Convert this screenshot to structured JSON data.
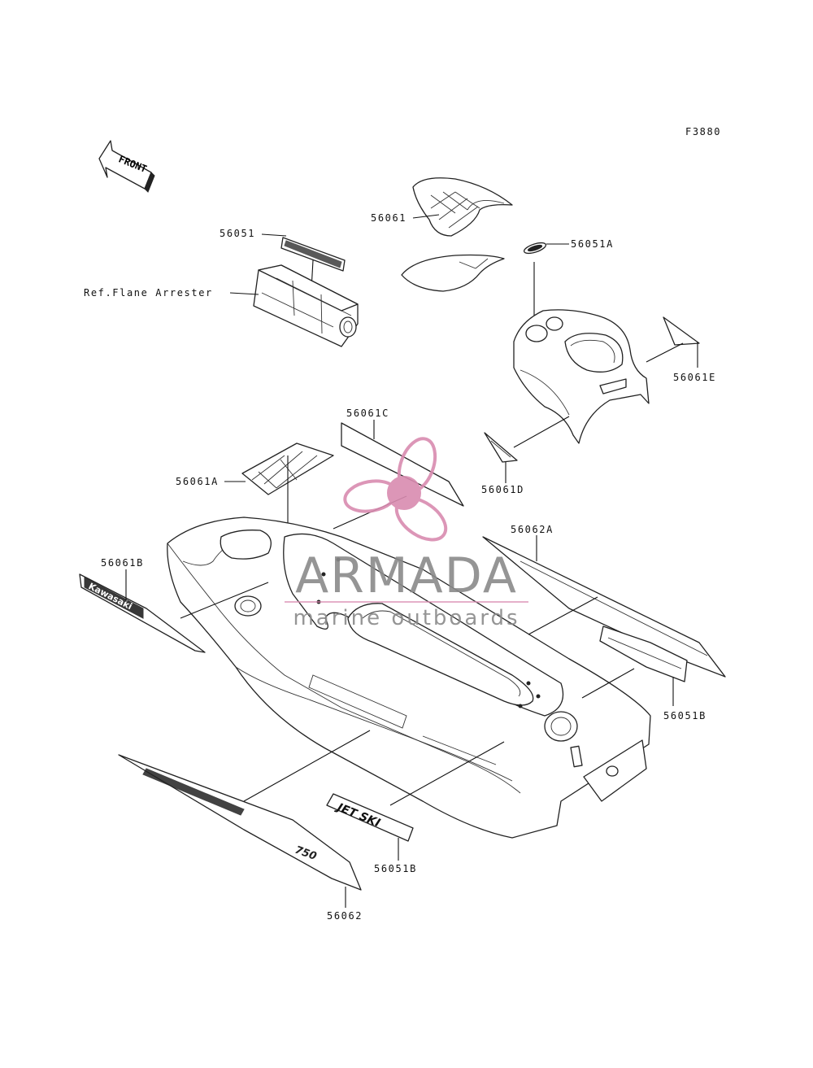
{
  "figure_code": "F3880",
  "front_arrow_label": "FRONT",
  "callouts": {
    "p56061": "56061",
    "p56051": "56051",
    "p56051A": "56051A",
    "ref_flame_arrester": "Ref.Flane Arrester",
    "p56061E": "56061E",
    "p56061C": "56061C",
    "p56061D": "56061D",
    "p56061A": "56061A",
    "p56062A": "56062A",
    "p56061B": "56061B",
    "p56051B_right": "56051B",
    "p56051B_bottom": "56051B",
    "p56062": "56062"
  },
  "decal_text": {
    "kawasaki": "Kawasaki",
    "jetski": "JET SKI",
    "model": "750"
  },
  "watermark": {
    "brand": "ARMADA",
    "tagline": "marine outboards",
    "brand_color": "#d98bb0",
    "text_color": "#8a8a8a"
  }
}
